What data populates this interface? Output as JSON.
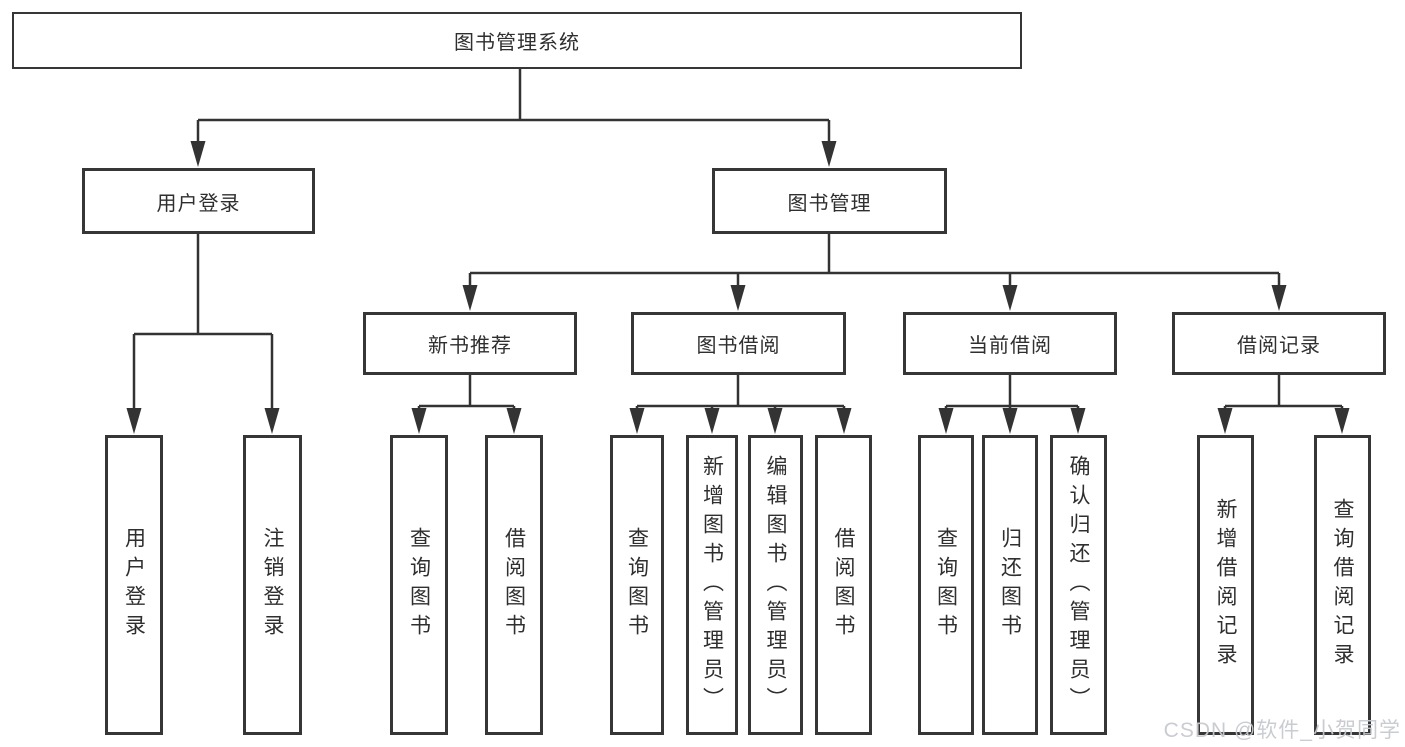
{
  "tree": {
    "root": "图书管理系统",
    "level2": [
      {
        "label": "用户登录",
        "leaves": [
          "用户登录",
          "注销登录"
        ]
      },
      {
        "label": "图书管理",
        "groups": [
          {
            "label": "新书推荐",
            "leaves": [
              "查询图书",
              "借阅图书"
            ]
          },
          {
            "label": "图书借阅",
            "leaves": [
              "查询图书",
              "新增图书（管理员）",
              "编辑图书（管理员）",
              "借阅图书"
            ]
          },
          {
            "label": "当前借阅",
            "leaves": [
              "查询图书",
              "归还图书",
              "确认归还（管理员）"
            ]
          },
          {
            "label": "借阅记录",
            "leaves": [
              "新增借阅记录",
              "查询借阅记录"
            ]
          }
        ]
      }
    ]
  },
  "watermark": "CSDN @软件_小贺同学",
  "colors": {
    "line": "#333333",
    "box_border": "#363636",
    "box_fill": "#ffffff",
    "text": "#2f2f2f",
    "watermark": "#c6c9ce"
  }
}
